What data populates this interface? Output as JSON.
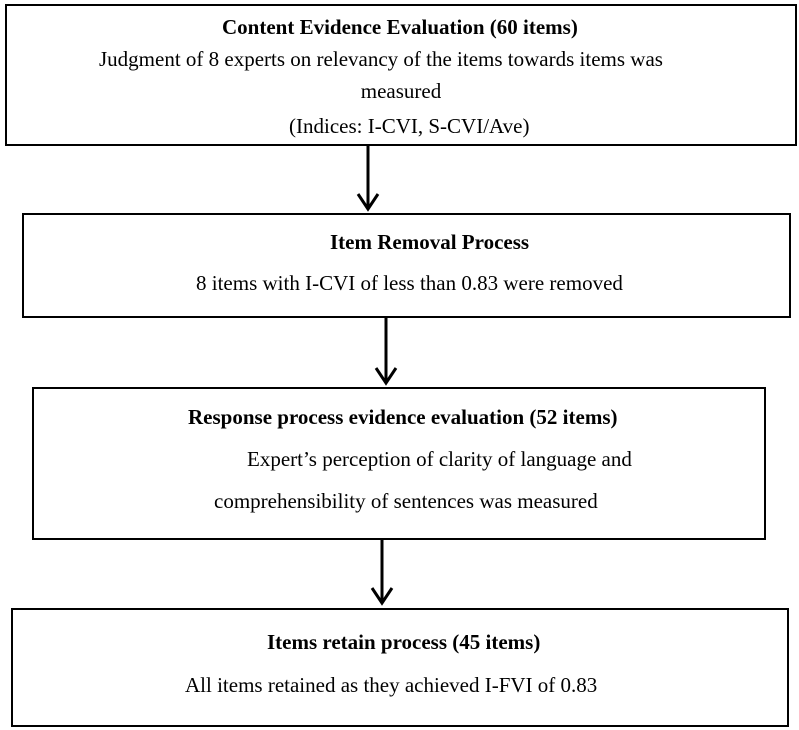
{
  "diagram": {
    "boxes": [
      {
        "title": "Content Evidence Evaluation (60 items)",
        "line1": "Judgment of 8 experts on relevancy of the items towards items was",
        "line2": "measured",
        "line3": "(Indices: I-CVI, S-CVI/Ave)"
      },
      {
        "title": "Item Removal Process",
        "line1": "8 items with I-CVI of less than 0.83 were removed"
      },
      {
        "title": "Response process evidence evaluation (52 items)",
        "line1": "Expert’s perception of clarity of language and",
        "line2": "comprehensibility of sentences was measured"
      },
      {
        "title": "Items retain process (45 items)",
        "line1": "All items retained as they achieved I-FVI of 0.83"
      }
    ],
    "colors": {
      "stroke": "#000000",
      "background": "#ffffff",
      "text": "#000000"
    }
  }
}
